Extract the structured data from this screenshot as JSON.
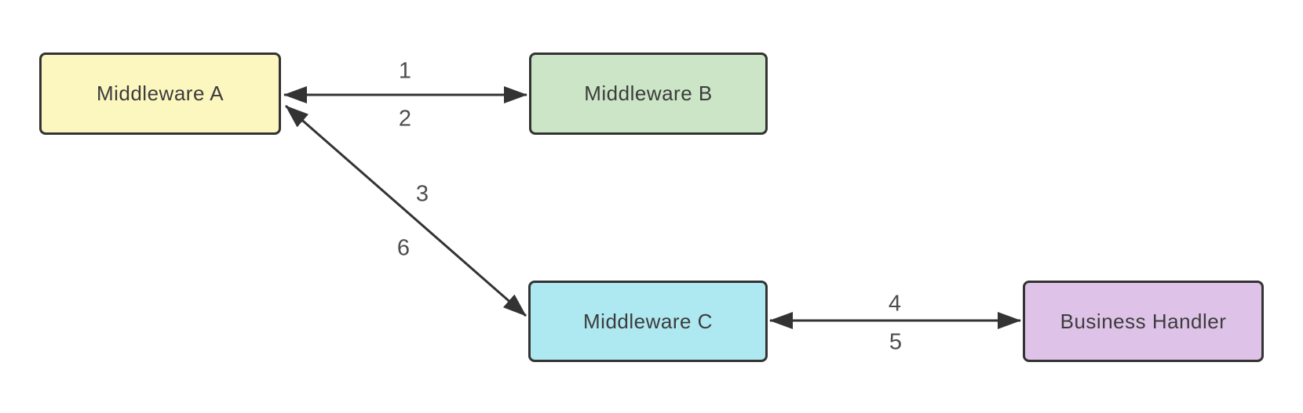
{
  "diagram": {
    "type": "flow-diagram",
    "background_color": "#ffffff",
    "edge_stroke_color": "#333333",
    "edge_label_color": "#4d4d4d",
    "node_border_color": "#333333",
    "node_text_color": "#3c3c3c",
    "nodes": [
      {
        "id": "middleware-a",
        "label": "Middleware A",
        "fill": "#fcf7be"
      },
      {
        "id": "middleware-b",
        "label": "Middleware B",
        "fill": "#cbe5c6"
      },
      {
        "id": "middleware-c",
        "label": "Middleware C",
        "fill": "#aee8f0"
      },
      {
        "id": "business-handler",
        "label": "Business Handler",
        "fill": "#dec2e8"
      }
    ],
    "edges": [
      {
        "from": "middleware-a",
        "to": "middleware-b",
        "arrows": "both",
        "labels": [
          {
            "text": "1",
            "side": "above"
          },
          {
            "text": "2",
            "side": "below"
          }
        ]
      },
      {
        "from": "middleware-a",
        "to": "middleware-c",
        "arrows": "both",
        "labels": [
          {
            "text": "3",
            "side": "above"
          },
          {
            "text": "6",
            "side": "below"
          }
        ]
      },
      {
        "from": "middleware-c",
        "to": "business-handler",
        "arrows": "both",
        "labels": [
          {
            "text": "4",
            "side": "above"
          },
          {
            "text": "5",
            "side": "below"
          }
        ]
      }
    ]
  }
}
